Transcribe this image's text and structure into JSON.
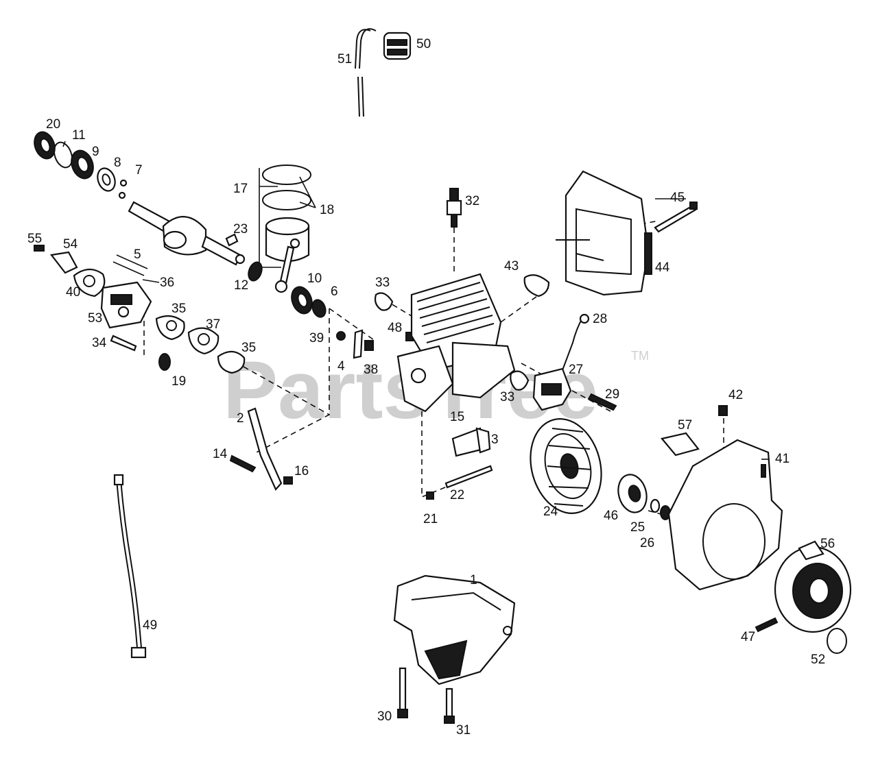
{
  "watermark": {
    "text": "PartsTree",
    "trademark": "TM"
  },
  "callouts": {
    "c1": "1",
    "c2": "2",
    "c3": "3",
    "c4": "4",
    "c5": "5",
    "c6": "6",
    "c7": "7",
    "c8": "8",
    "c9": "9",
    "c10": "10",
    "c11": "11",
    "c12": "12",
    "c14": "14",
    "c15": "15",
    "c16": "16",
    "c17": "17",
    "c18": "18",
    "c19": "19",
    "c20": "20",
    "c21": "21",
    "c22": "22",
    "c23": "23",
    "c24": "24",
    "c25": "25",
    "c26": "26",
    "c27": "27",
    "c28": "28",
    "c29": "29",
    "c30": "30",
    "c31": "31",
    "c32": "32",
    "c33a": "33",
    "c33b": "33",
    "c34": "34",
    "c35a": "35",
    "c35b": "35",
    "c36": "36",
    "c37": "37",
    "c38": "38",
    "c39": "39",
    "c40": "40",
    "c41": "41",
    "c42": "42",
    "c43": "43",
    "c44": "44",
    "c45": "45",
    "c46": "46",
    "c47": "47",
    "c48": "48",
    "c49": "49",
    "c50": "50",
    "c51": "51",
    "c52": "52",
    "c53": "53",
    "c54": "54",
    "c55": "55",
    "c56": "56",
    "c57": "57"
  }
}
